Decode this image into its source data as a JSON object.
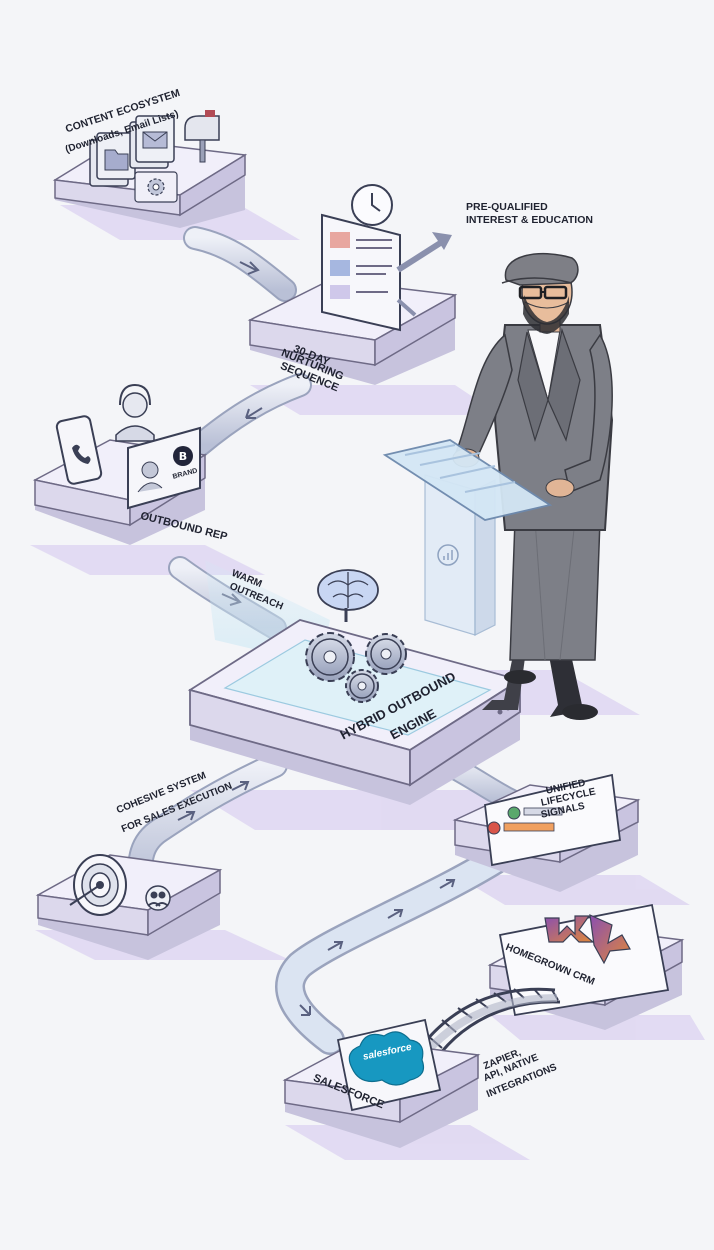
{
  "nodes": {
    "content": {
      "title": "CONTENT ECOSYSTEM",
      "subtitle": "(Downloads, Email Lists)"
    },
    "nurture": {
      "line1": "30-DAY",
      "line2": "NURTURING",
      "line3": "SEQUENCE"
    },
    "interest": {
      "line1": "PRE-QUALIFIED",
      "line2": "INTEREST & EDUCATION"
    },
    "outbound": {
      "label": "OUTBOUND REP",
      "badge": "BRAND"
    },
    "warm": {
      "line1": "WARM",
      "line2": "OUTREACH"
    },
    "engine": {
      "line1": "HYBRID OUTBOUND",
      "line2": "ENGINE"
    },
    "cohesive": {
      "line1": "COHESIVE SYSTEM",
      "line2": "FOR SALES EXECUTION"
    },
    "signals": {
      "line1": "UNIFIED",
      "line2": "LIFECYCLE",
      "line3": "SIGNALS"
    },
    "crm": {
      "label": "HOMEGROWN CRM"
    },
    "salesforce": {
      "label": "SALESFORCE",
      "logo": "salesforce"
    },
    "integrations": {
      "line1": "ZAPIER,",
      "line2": "API, NATIVE",
      "line3": "INTEGRATIONS"
    }
  },
  "colors": {
    "accent": "#b9a8e6",
    "platform": "#eceaf6",
    "shadow": "#d9d1f0",
    "pipe": "#c9cfe0",
    "salesforce": "#1798c1"
  },
  "icons": [
    "folder-icon",
    "email-icon",
    "mailbox-icon",
    "gear-icon",
    "clock-icon",
    "phone-icon",
    "headset-icon",
    "brain-icon",
    "target-icon",
    "users-icon",
    "bridge-icon",
    "person-icon"
  ]
}
